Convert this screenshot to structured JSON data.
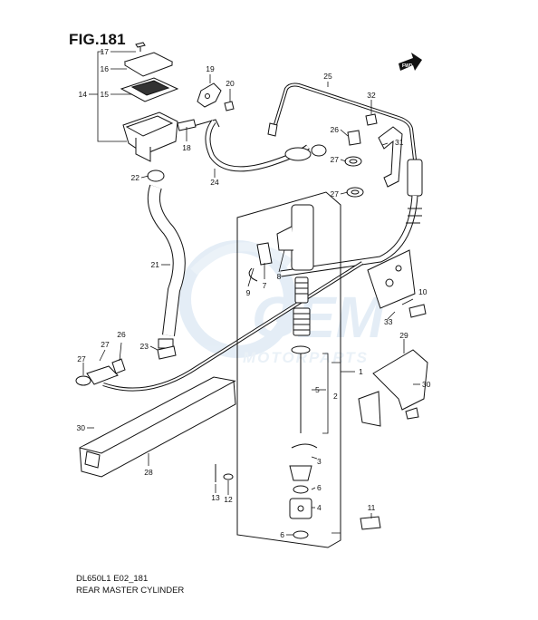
{
  "figure": {
    "title": "FIG.181",
    "code": "DL650L1 E02_181",
    "caption": "REAR MASTER CYLINDER",
    "watermark": {
      "word": "GEM",
      "sub": "MOTORPARTS",
      "color": "#cfe0f0"
    },
    "front_arrow": "FWD"
  },
  "callouts": {
    "c1": "1",
    "c2": "2",
    "c3": "3",
    "c4": "4",
    "c5": "5",
    "c6a": "6",
    "c6b": "6",
    "c7": "7",
    "c8": "8",
    "c9": "9",
    "c10": "10",
    "c11": "11",
    "c12": "12",
    "c13": "13",
    "c14": "14",
    "c15": "15",
    "c16": "16",
    "c17": "17",
    "c18": "18",
    "c19": "19",
    "c20": "20",
    "c21": "21",
    "c22": "22",
    "c23": "23",
    "c24": "24",
    "c25": "25",
    "c26a": "26",
    "c26b": "26",
    "c27a": "27",
    "c27b": "27",
    "c27c": "27",
    "c27d": "27",
    "c28": "28",
    "c29": "29",
    "c30a": "30",
    "c30b": "30",
    "c31": "31",
    "c32": "32",
    "c33": "33"
  }
}
